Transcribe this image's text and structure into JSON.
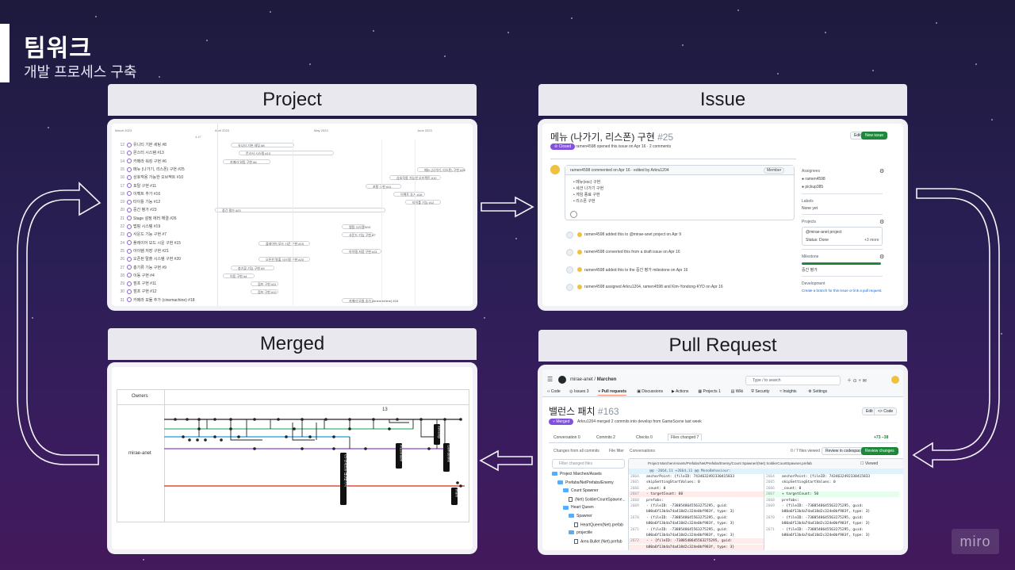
{
  "header": {
    "title": "팀워크",
    "subtitle": "개발 프로세스 구축"
  },
  "panels": {
    "project": "Project",
    "issue": "Issue",
    "merged": "Merged",
    "pull_request": "Pull Request"
  },
  "project_board": {
    "months": [
      "March 2023",
      "April 2023",
      "May 2023",
      "June 2023"
    ],
    "today_marker": "4.47",
    "rows": [
      {
        "num": "12",
        "label": "유니티 기본 세팅 #8"
      },
      {
        "num": "13",
        "label": "몬스터 시스템 #13"
      },
      {
        "num": "14",
        "label": "카메라 워킹 구현 #6"
      },
      {
        "num": "15",
        "label": "메뉴 (나가기, 리스폰) 구현 #25"
      },
      {
        "num": "16",
        "label": "상호작용 가능한 오브젝트 #10"
      },
      {
        "num": "17",
        "label": "포탈 구현 #11"
      },
      {
        "num": "18",
        "label": "이펙트 추가 #16"
      },
      {
        "num": "19",
        "label": "타이틀 기능 #12"
      },
      {
        "num": "20",
        "label": "중간 평가 #23"
      },
      {
        "num": "21",
        "label": "Stage 설정 에러 해결 #26"
      },
      {
        "num": "22",
        "label": "맵핑 시스템 #19"
      },
      {
        "num": "23",
        "label": "사운드 기능 구현 #7"
      },
      {
        "num": "24",
        "label": "플레이어 모드 시운 구현 #15"
      },
      {
        "num": "25",
        "label": "아이템 저장 구현 #21"
      },
      {
        "num": "26",
        "label": "오픈된 탈출 시스템 구현 #20"
      },
      {
        "num": "27",
        "label": "총기류 기능 구현 #9"
      },
      {
        "num": "28",
        "label": "이동 구현 #4"
      },
      {
        "num": "29",
        "label": "점프 구현 #11"
      },
      {
        "num": "30",
        "label": "점프 구현 #12"
      },
      {
        "num": "31",
        "label": "카메라 모듈 추가 (cinemachine) #18"
      }
    ]
  },
  "issue_view": {
    "title": "메뉴 (나가기, 리스폰) 구현",
    "number": "#25",
    "status": "Closed",
    "meta": "ramen4598 opened this issue on Apr 16 · 2 comments",
    "edit_label": "Edit",
    "new_issue_label": "New issue",
    "comment_header": "ramen4598 commented on Apr 16 · edited by Arkru1204",
    "member_badge": "Member",
    "checklist": [
      "메뉴(esc) 구현",
      "세션 나가기 구현",
      "게임 종료 구현",
      "리스폰 구현"
    ],
    "timeline": [
      "ramen4598 added this to @mirae-anet project on Apr 9",
      "ramen4598 converted this from a draft issue on Apr 16",
      "ramen4598 added this to the 중간 평가 milestone on Apr 16",
      "ramen4598 assigned Arkru1204, ramen4598 and Kim-Yondong-KYD on Apr 16"
    ],
    "sidebar": {
      "assignees_label": "Assignees",
      "assignees": [
        "ramen4598",
        "pickup385"
      ],
      "labels_label": "Labels",
      "labels_value": "None yet",
      "projects_label": "Projects",
      "project_name": "@mirae-anet project",
      "project_status": "Status: Done",
      "project_more": "+3 more",
      "milestone_label": "Milestone",
      "milestone_value": "중간 평가",
      "development_label": "Development",
      "development_value": "Create a branch for this issue or link a pull request."
    }
  },
  "merged_graph": {
    "owners_label": "Owners",
    "owner": "mirae-anet",
    "count": "13",
    "tags": [
      "05-현재공유-맵만들기지",
      "mushroom",
      "develop",
      "Gamebone",
      "main"
    ],
    "colors": {
      "main": "#e14b3b",
      "develop": "#222222",
      "feature_a": "#1a9fd8",
      "feature_b": "#3cb878",
      "feature_c": "#8a44c8"
    }
  },
  "pull_request": {
    "repo_owner": "mirae-anet",
    "repo_name": "Marchen",
    "search_placeholder": "Type / to search",
    "tabs": [
      {
        "label": "Code",
        "count": ""
      },
      {
        "label": "Issues",
        "count": "3"
      },
      {
        "label": "Pull requests",
        "count": ""
      },
      {
        "label": "Discussions",
        "count": ""
      },
      {
        "label": "Actions",
        "count": ""
      },
      {
        "label": "Projects",
        "count": "1"
      },
      {
        "label": "Wiki",
        "count": ""
      },
      {
        "label": "Security",
        "count": ""
      },
      {
        "label": "Insights",
        "count": ""
      },
      {
        "label": "Settings",
        "count": ""
      }
    ],
    "title": "밸런스 패치",
    "number": "#163",
    "status": "Merged",
    "meta": "Arkru1204 merged 2 commits into develop from GameScene last week",
    "edit_label": "Edit",
    "code_label": "<> Code",
    "subtabs": [
      {
        "label": "Conversation",
        "count": "0"
      },
      {
        "label": "Commits",
        "count": "2"
      },
      {
        "label": "Checks",
        "count": "0"
      },
      {
        "label": "Files changed",
        "count": "7"
      }
    ],
    "diffstat": "+73 −38",
    "files_viewed": "0 / 7 files viewed",
    "review_codespace": "Review in codespace",
    "review_changes": "Review changes",
    "filter_placeholder": "Filter changed files",
    "changes_from": "Changes from all commits",
    "file_filter": "File filter",
    "conversations": "Conversations",
    "file_path": "Project Marchen/Assets/Prefabs/Net/Prefabs/Enemy/Count Spawner/(Net) SoldierCountSpawner.prefab",
    "viewed_label": "Viewed",
    "tree": [
      {
        "indent": 0,
        "type": "folder",
        "label": "Project Marchen/Assets"
      },
      {
        "indent": 1,
        "type": "folder",
        "label": "Prefabs/NetPrefabs/Enemy"
      },
      {
        "indent": 2,
        "type": "folder",
        "label": "Count Spawner"
      },
      {
        "indent": 3,
        "type": "file",
        "label": "(Net) SoldierCountSpawne..."
      },
      {
        "indent": 2,
        "type": "folder",
        "label": "Heart Queen"
      },
      {
        "indent": 3,
        "type": "folder",
        "label": "Spawner"
      },
      {
        "indent": 4,
        "type": "file",
        "label": "HeartQueen(Net).prefab"
      },
      {
        "indent": 3,
        "type": "folder",
        "label": "projectile"
      },
      {
        "indent": 4,
        "type": "file",
        "label": "Area Bullet (Net).prefab"
      }
    ],
    "diff_hunk": "@@ -2664,11 +2664,11 @@ MonoBehaviour:",
    "diff_left": [
      {
        "n": "2664",
        "t": "  anchorPoint: {fileID: 7434632492330415833",
        "k": "ctx"
      },
      {
        "n": "2665",
        "t": "  skipSettingStartValues: 0",
        "k": "ctx"
      },
      {
        "n": "2666",
        "t": "  _count: 0",
        "k": "ctx"
      },
      {
        "n": "2667",
        "t": "-  targetCount: 60",
        "k": "del"
      },
      {
        "n": "2668",
        "t": "  prefabs:",
        "k": "ctx"
      },
      {
        "n": "2669",
        "t": "  - {fileID: -7388548645563275295, guid:",
        "k": "ctx"
      },
      {
        "n": "",
        "t": "b80a6f13b4a74a418d2c324e0bf983f, type: 3}",
        "k": "ctx"
      },
      {
        "n": "2670",
        "t": "  - {fileID: -7388548645563275295, guid:",
        "k": "ctx"
      },
      {
        "n": "",
        "t": "b80a6f13b4a74a418d2c324e0bf983f, type: 3}",
        "k": "ctx"
      },
      {
        "n": "2671",
        "t": "  - {fileID: -7388548645563275295, guid:",
        "k": "ctx"
      },
      {
        "n": "",
        "t": "b80a6f13b4a74a418d2c324e0bf983f, type: 3}",
        "k": "ctx"
      },
      {
        "n": "2672",
        "t": "-  - {fileID: -7388548645563275295, guid:",
        "k": "del"
      },
      {
        "n": "",
        "t": "b80a6f13b4a74a418d2c324e0bf983f, type: 3}",
        "k": "del"
      }
    ],
    "diff_right": [
      {
        "n": "2664",
        "t": "  anchorPoint: {fileID: 7434632492330415833",
        "k": "ctx"
      },
      {
        "n": "2665",
        "t": "  skipSettingStartValues: 0",
        "k": "ctx"
      },
      {
        "n": "2666",
        "t": "  _count: 0",
        "k": "ctx"
      },
      {
        "n": "2667",
        "t": "+  targetCount: 50",
        "k": "add"
      },
      {
        "n": "2668",
        "t": "  prefabs:",
        "k": "ctx"
      },
      {
        "n": "2669",
        "t": "  - {fileID: -7388548645563275295, guid:",
        "k": "ctx"
      },
      {
        "n": "",
        "t": "b80a6f13b4a74a418d2c324e0bf983f, type: 3}",
        "k": "ctx"
      },
      {
        "n": "2670",
        "t": "  - {fileID: -7388548645563275295, guid:",
        "k": "ctx"
      },
      {
        "n": "",
        "t": "b80a6f13b4a74a418d2c324e0bf983f, type: 3}",
        "k": "ctx"
      },
      {
        "n": "2671",
        "t": "  - {fileID: -7388548645563275295, guid:",
        "k": "ctx"
      },
      {
        "n": "",
        "t": "b80a6f13b4a74a418d2c324e0bf983f, type: 3}",
        "k": "ctx"
      }
    ]
  },
  "watermark": "miro"
}
